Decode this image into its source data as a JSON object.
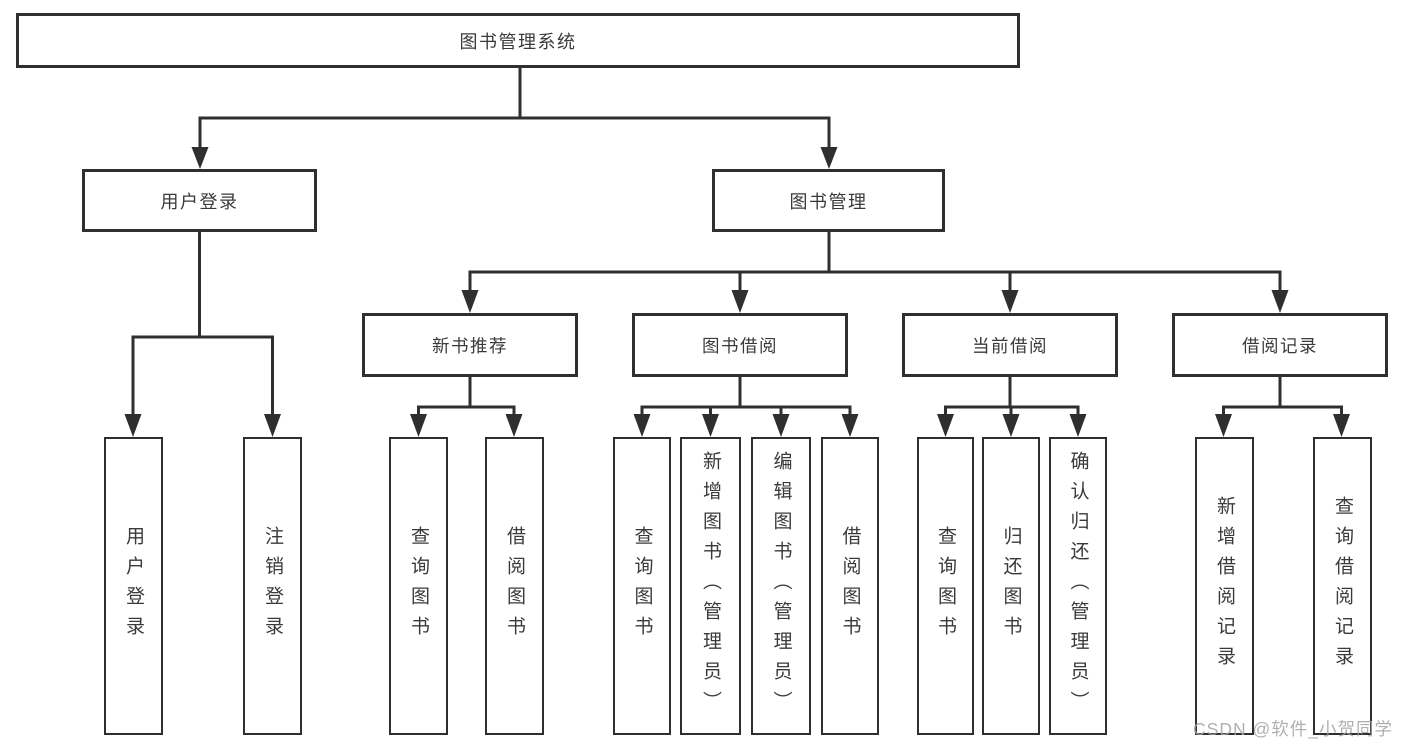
{
  "diagram": {
    "root_label": "图书管理系统",
    "level2": [
      {
        "label": "用户登录",
        "leaves": [
          "用户登录",
          "注销登录"
        ]
      },
      {
        "label": "图书管理",
        "level3": [
          {
            "label": "新书推荐",
            "leaves": [
              "查询图书",
              "借阅图书"
            ]
          },
          {
            "label": "图书借阅",
            "leaves": [
              "查询图书",
              "新增图书（管理员）",
              "编辑图书（管理员）",
              "借阅图书"
            ]
          },
          {
            "label": "当前借阅",
            "leaves": [
              "查询图书",
              "归还图书",
              "确认归还（管理员）"
            ]
          },
          {
            "label": "借阅记录",
            "leaves": [
              "新增借阅记录",
              "查询借阅记录"
            ]
          }
        ]
      }
    ]
  },
  "watermark": "CSDN @软件_小贺同学",
  "colors": {
    "line": "#2f2f2f",
    "box_border": "#2f2f2f",
    "box_background": "#ffffff",
    "text": "#3a3a3a",
    "watermark": "#a3a3a3",
    "page_background": "#ffffff"
  }
}
